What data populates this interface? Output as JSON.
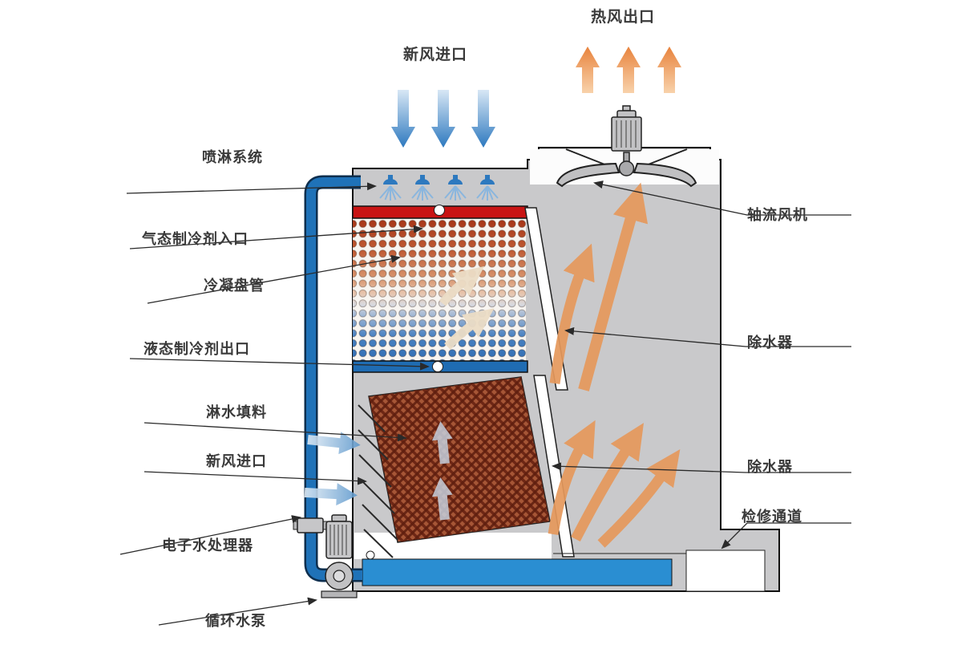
{
  "diagram": {
    "labels": {
      "hot_air_outlet": "热风出口",
      "fresh_air_inlet_top": "新风进口",
      "spray_system": "喷淋系统",
      "gaseous_refrigerant_inlet": "气态制冷剂入口",
      "condensing_coil": "冷凝盘管",
      "liquid_refrigerant_outlet": "液态制冷剂出口",
      "spray_fill": "淋水填料",
      "fresh_air_inlet_side": "新风进口",
      "electronic_water_processor": "电子水处理器",
      "circulating_water_pump": "循环水泵",
      "axial_fan": "轴流风机",
      "drift_eliminator_upper": "除水器",
      "drift_eliminator_lower": "除水器",
      "maintenance_access": "检修通道"
    },
    "colors": {
      "hot_air_arrow": "#E8853F",
      "fresh_air_arrow": "#2D79BF",
      "refrigerant_inlet_header": "#C81414",
      "refrigerant_outlet_header": "#1F6CB3",
      "water": "#2A8ED2",
      "pipe": "#1F72B8",
      "body_gray": "#C9C9CB",
      "fill_mesh": "#7A2E1C",
      "label_text": "#3A3A3A"
    }
  }
}
